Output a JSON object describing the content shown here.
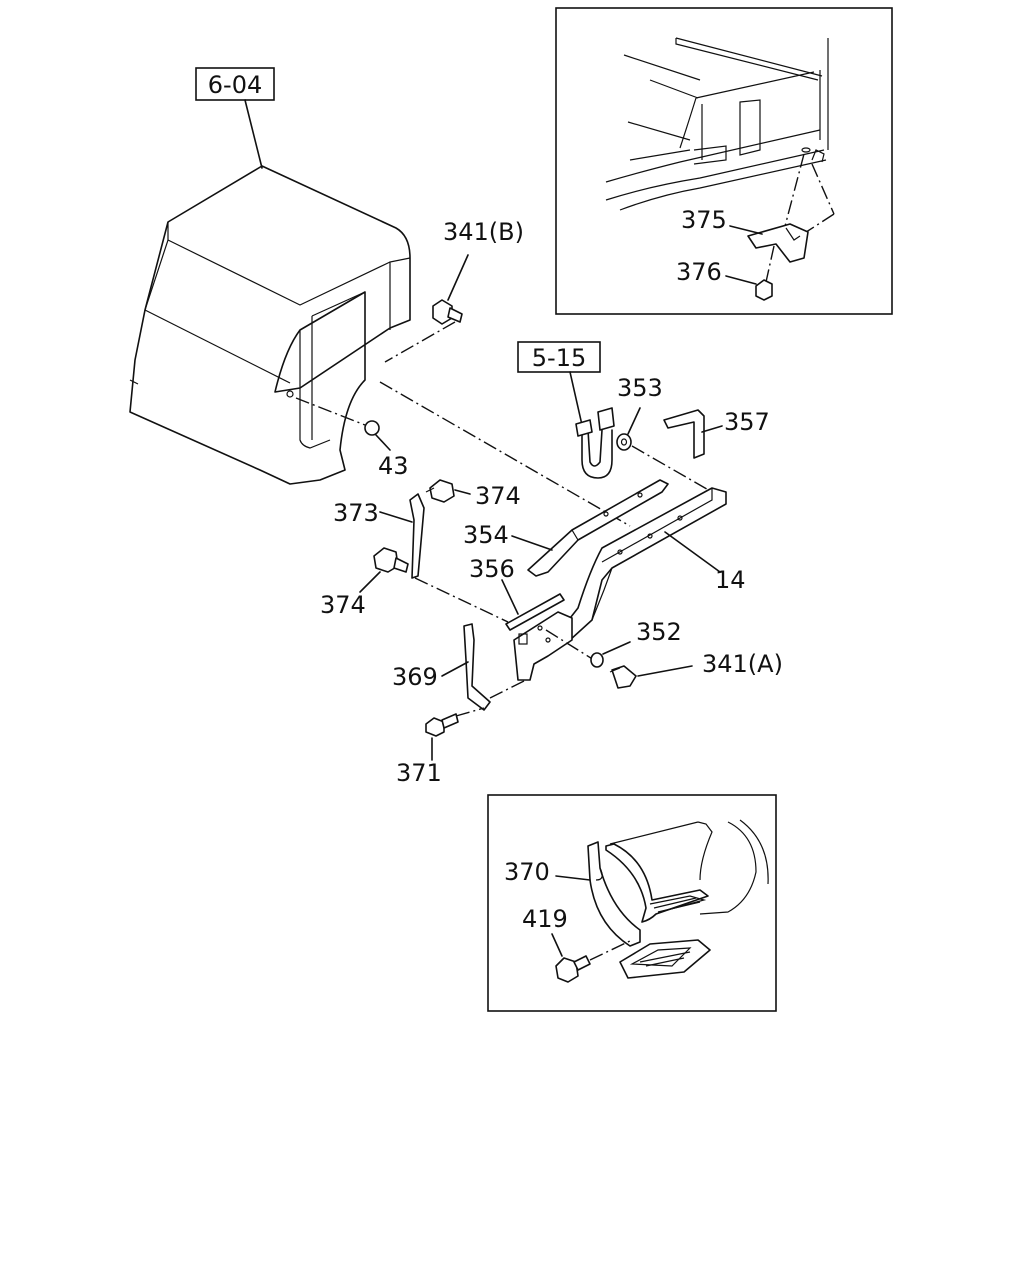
{
  "references": {
    "cab": "6-04",
    "harness": "5-15"
  },
  "callouts": {
    "p341b": "341(B)",
    "p353": "353",
    "p357": "357",
    "p43": "43",
    "p374_top": "374",
    "p373": "373",
    "p354": "354",
    "p14": "14",
    "p374_left": "374",
    "p356": "356",
    "p352": "352",
    "p341a": "341(A)",
    "p369": "369",
    "p371": "371",
    "p375": "375",
    "p376": "376",
    "p370": "370",
    "p419": "419"
  }
}
